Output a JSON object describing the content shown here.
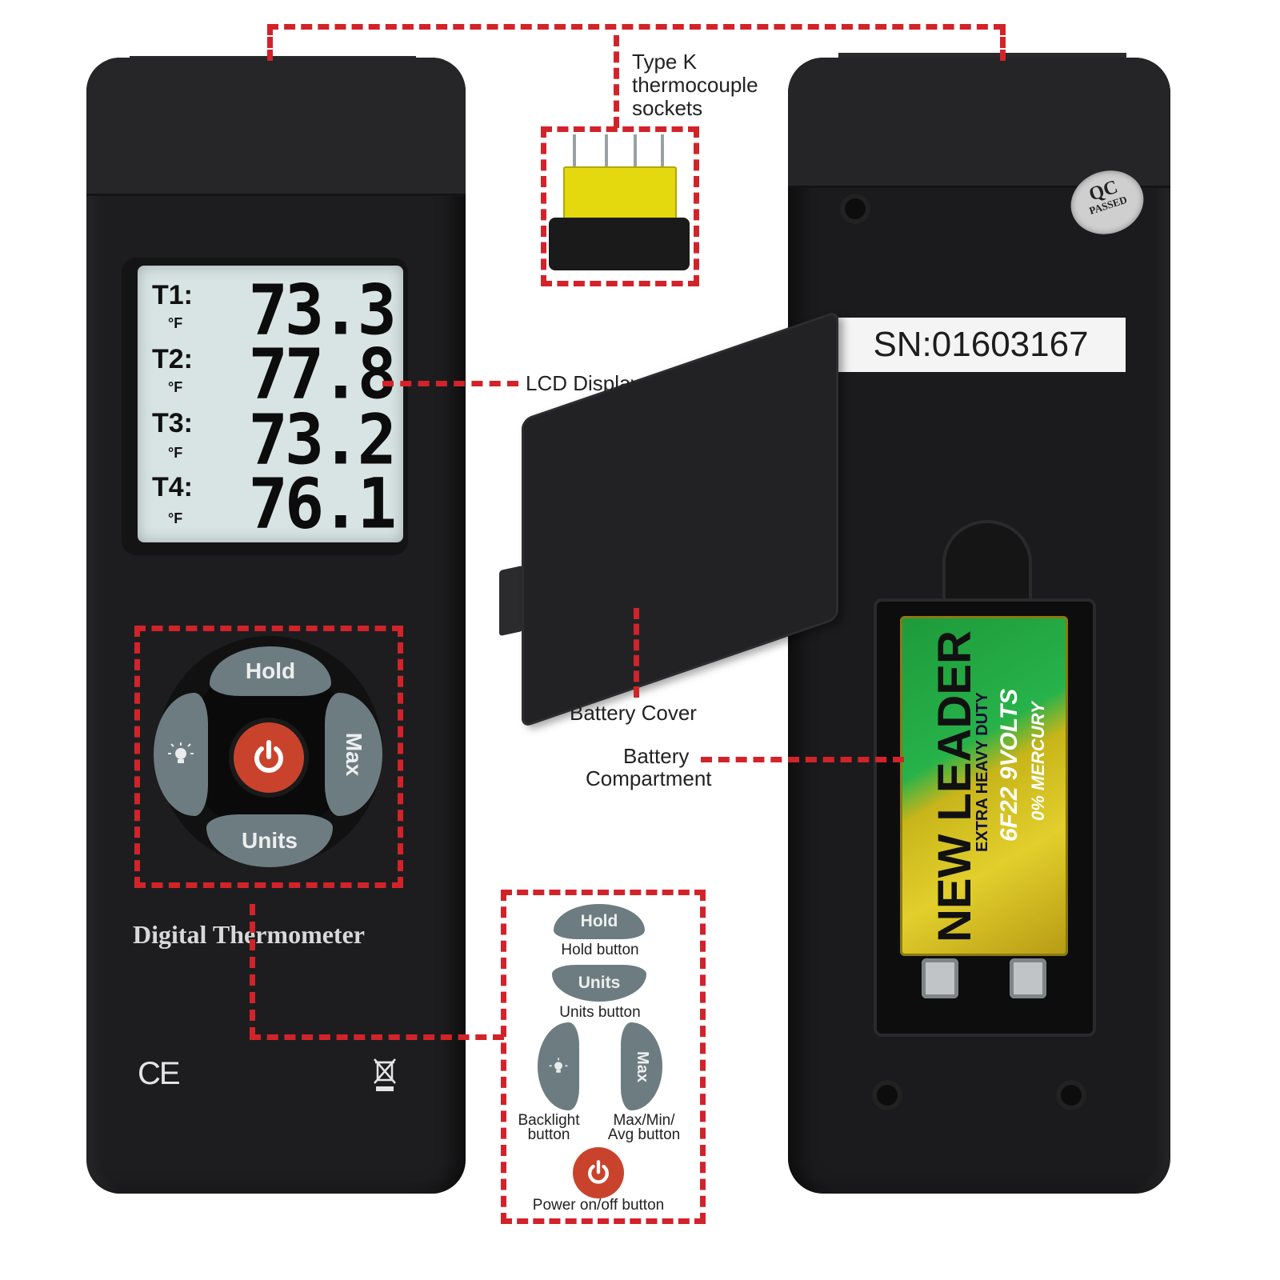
{
  "device_front": {
    "lcd": {
      "rows": [
        {
          "label": "T1:",
          "unit": "°F",
          "value": "73.3"
        },
        {
          "label": "T2:",
          "unit": "°F",
          "value": "77.8"
        },
        {
          "label": "T3:",
          "unit": "°F",
          "value": "73.2"
        },
        {
          "label": "T4:",
          "unit": "°F",
          "value": "76.1"
        }
      ]
    },
    "buttons": {
      "hold": "Hold",
      "units": "Units",
      "max": "Max"
    },
    "brand_text": "Digital Thermometer",
    "ce_mark": "CE"
  },
  "device_back": {
    "qc_top": "QC",
    "qc_bottom": "PASSED",
    "serial": "SN:01603167",
    "battery": {
      "brand": "NEW LEADER",
      "duty": "EXTRA HEAVY DUTY",
      "voltage": "6F22 9VOLTS",
      "mercury": "0% MERCURY"
    }
  },
  "callouts": {
    "sockets_line1": "Type K",
    "sockets_line2": "thermocouple",
    "sockets_line3": "sockets",
    "lcd": "LCD Display",
    "battery_cover": "Battery Cover",
    "compartment_line1": "Battery",
    "compartment_line2": "Compartment"
  },
  "legend": {
    "hold_btn": "Hold",
    "hold_label": "Hold button",
    "units_btn": "Units",
    "units_label": "Units button",
    "max_btn": "Max",
    "backlight_label_1": "Backlight",
    "backlight_label_2": "button",
    "max_label_1": "Max/Min/",
    "max_label_2": "Avg button",
    "power_label": "Power on/off button"
  },
  "colors": {
    "callout_red": "#d2232a",
    "button_gray": "#6d7c80",
    "power_red": "#c9432c",
    "device_black": "#1d1d1f"
  }
}
